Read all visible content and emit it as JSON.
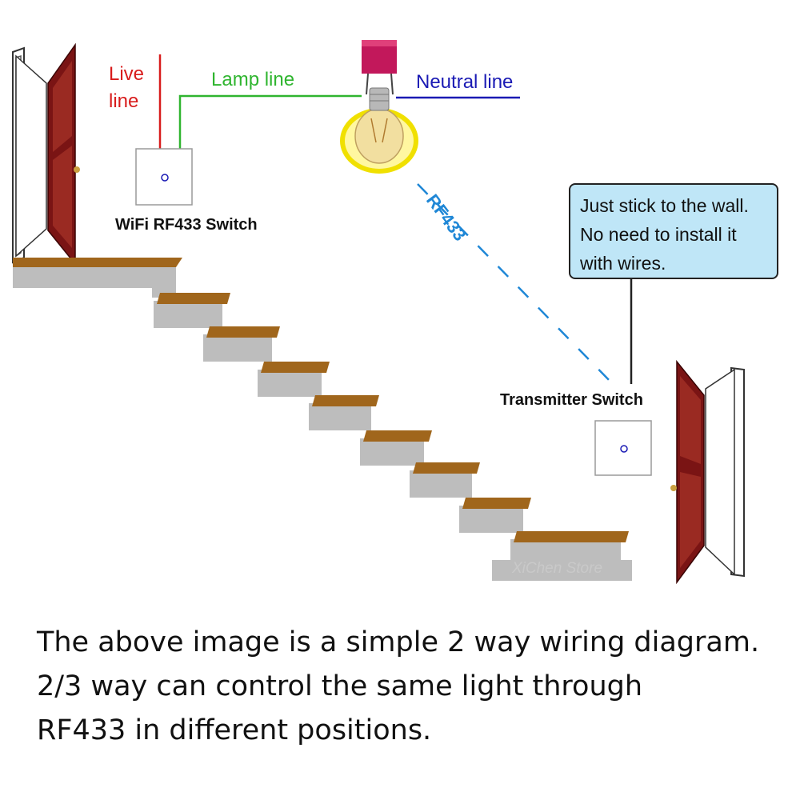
{
  "labels": {
    "live_line": [
      "Live",
      "line"
    ],
    "lamp_line": "Lamp line",
    "neutral_line": "Neutral line",
    "rf": "RF433",
    "wifi_switch": "WiFi RF433 Switch",
    "transmitter_switch": "Transmitter Switch",
    "watermark": "XiChen Store"
  },
  "callout": {
    "lines": [
      "Just stick to the wall.",
      "No need to install it",
      "with wires."
    ]
  },
  "caption": {
    "lines": [
      "The above image is a simple 2 way wiring diagram.",
      "2/3 way can control the same light through",
      "RF433 in different positions."
    ]
  },
  "colors": {
    "live": "#d81c1c",
    "lamp": "#2fb52f",
    "neutral": "#1a1ab4",
    "rf_link": "#1f87d6",
    "callout_bg": "#bfe6f7",
    "door": "#7a1414",
    "step_top": "#a0661c",
    "step_side": "#bdbdbd"
  },
  "icons": [
    "door-icon",
    "light-bulb-icon",
    "wall-switch-icon",
    "capacitor-icon",
    "staircase-icon"
  ]
}
